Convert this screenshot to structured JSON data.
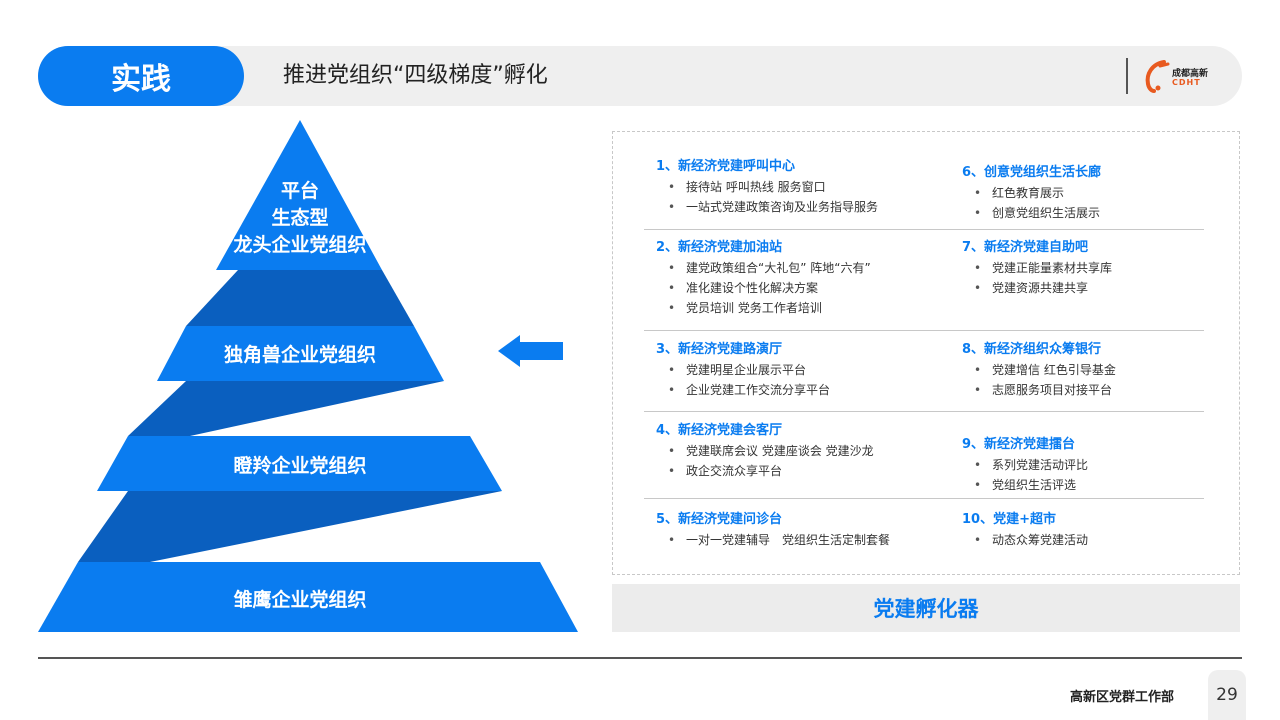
{
  "header": {
    "section_label": "实践",
    "title": "推进党组织“四级梯度”孵化",
    "logo_text_top": "成都高新",
    "logo_text_bottom": "CDHT"
  },
  "pyramid": {
    "top": [
      "平台",
      "生态型",
      "龙头企业党组织"
    ],
    "tier2": "独角兽企业党组织",
    "tier3": "瞪羚企业党组织",
    "tier4": "雏鹰企业党组织"
  },
  "items": [
    {
      "title": "1、新经济党建呼叫中心",
      "bullets": [
        "接待站 呼叫热线 服务窗口",
        "一站式党建政策咨询及业务指导服务"
      ]
    },
    {
      "title": "6、创意党组织生活长廊",
      "bullets": [
        "红色教育展示",
        "创意党组织生活展示"
      ]
    },
    {
      "title": "2、新经济党建加油站",
      "bullets": [
        "建党政策组合“大礼包” 阵地“六有”",
        "准化建设个性化解决方案",
        "党员培训 党务工作者培训"
      ]
    },
    {
      "title": "7、新经济党建自助吧",
      "bullets": [
        "党建正能量素材共享库",
        "党建资源共建共享"
      ]
    },
    {
      "title": "3、新经济党建路演厅",
      "bullets": [
        "党建明星企业展示平台",
        "企业党建工作交流分享平台"
      ]
    },
    {
      "title": "8、新经济组织众筹银行",
      "bullets": [
        "党建增信 红色引导基金",
        "志愿服务项目对接平台"
      ]
    },
    {
      "title": "4、新经济党建会客厅",
      "bullets": [
        "党建联席会议 党建座谈会 党建沙龙",
        "政企交流众享平台"
      ]
    },
    {
      "title": "9、新经济党建擂台",
      "bullets": [
        "系列党建活动评比",
        "党组织生活评选"
      ]
    },
    {
      "title": "5、新经济党建问诊台",
      "bullets": [
        "一对一党建辅导　党组织生活定制套餐"
      ]
    },
    {
      "title": "10、党建+超市",
      "bullets": [
        "动态众筹党建活动"
      ]
    }
  ],
  "incubator_label": "党建孵化器",
  "footer": {
    "department": "高新区党群工作部",
    "page_number": "29"
  },
  "colors": {
    "accent": "#0a7cf0",
    "dark_accent": "#0a5fbf",
    "panel_bg": "#ececec"
  }
}
